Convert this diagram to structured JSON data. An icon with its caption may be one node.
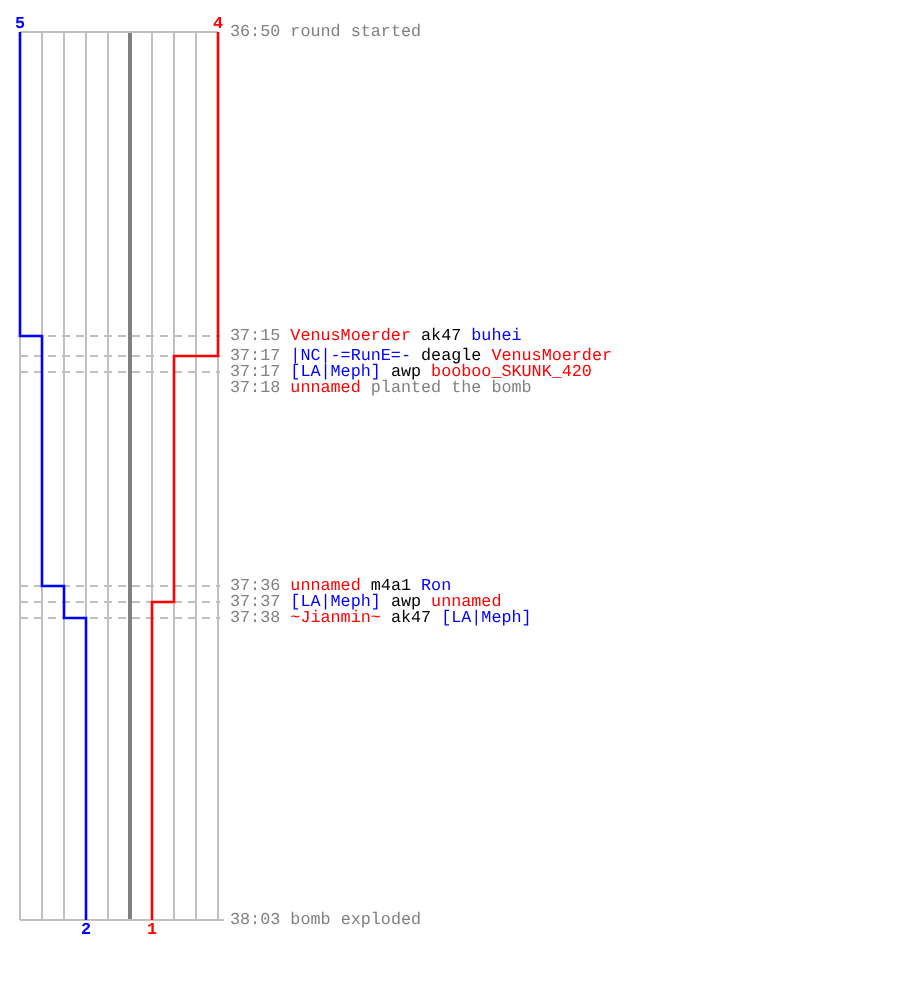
{
  "diagram": {
    "labels": [
      "5",
      "4",
      "36:50 round started",
      "37:15 VenusMoerder ak47 buhei",
      "37:17 |NC|-=RunE=- deagle VenusMoerder",
      "37:17 [LA|Meph] awp booboo_SKUNK_420",
      "37:18 unnamed planted the bomb",
      "37:36 unnamed m4a1 Ron",
      "37:37 [LA|Meph] awp unnamed",
      "37:38 ~Jianmin~ ak47 [LA|Meph]",
      "2",
      "1",
      "38:03 bomb exploded"
    ]
  }
}
